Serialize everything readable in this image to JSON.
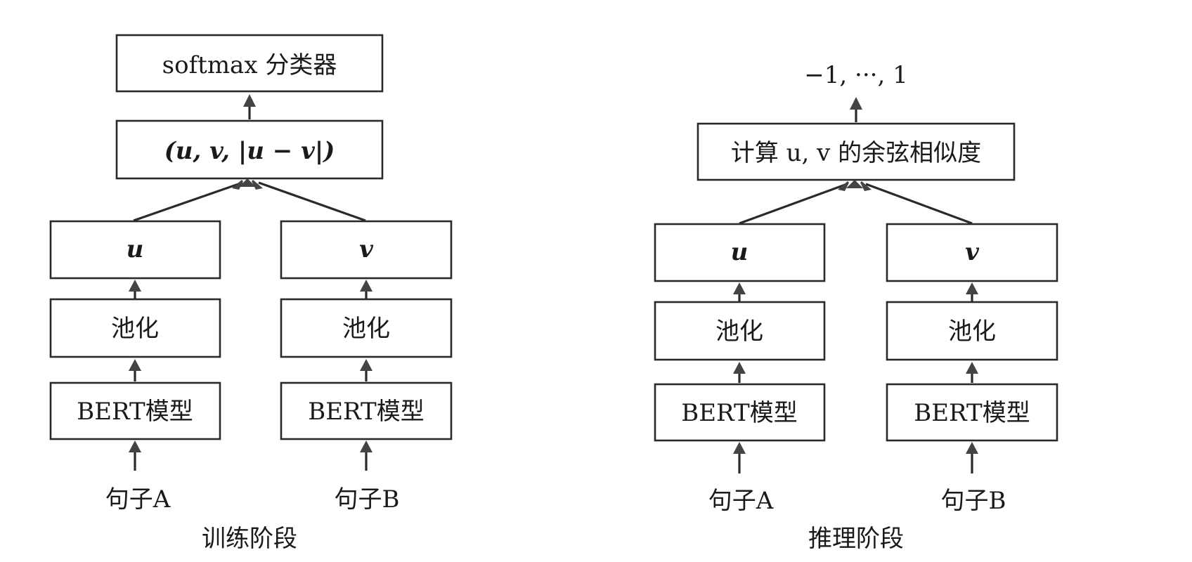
{
  "training": {
    "classifier_label": "softmax 分类器",
    "concat_label": "(u, v, |u − v|)",
    "left": {
      "vector_label": "u",
      "pooling_label": "池化",
      "model_label": "BERT模型",
      "input_label": "句子A"
    },
    "right": {
      "vector_label": "v",
      "pooling_label": "池化",
      "model_label": "BERT模型",
      "input_label": "句子B"
    },
    "caption": "训练阶段"
  },
  "inference": {
    "output_label": "−1, ···, 1",
    "similarity_label": "计算 u, v 的余弦相似度",
    "left": {
      "vector_label": "u",
      "pooling_label": "池化",
      "model_label": "BERT模型",
      "input_label": "句子A"
    },
    "right": {
      "vector_label": "v",
      "pooling_label": "池化",
      "model_label": "BERT模型",
      "input_label": "句子B"
    },
    "caption": "推理阶段"
  }
}
